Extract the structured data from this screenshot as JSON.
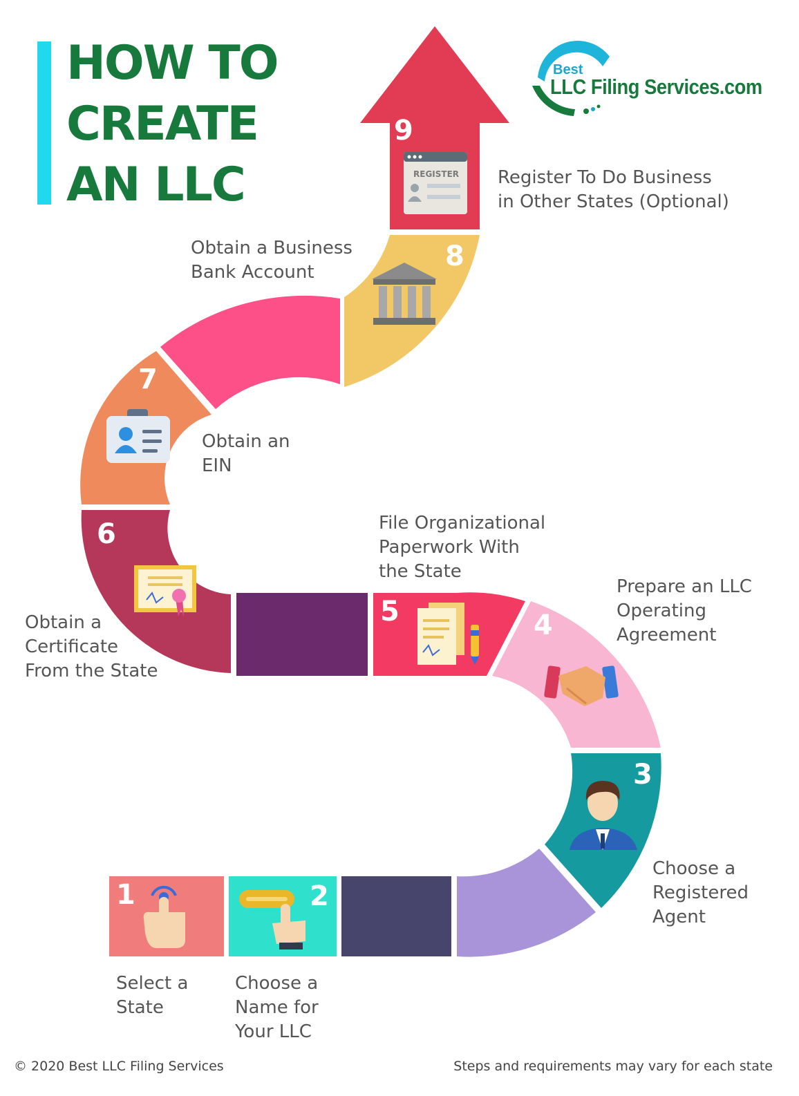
{
  "title": {
    "lines": [
      "HOW TO",
      "CREATE",
      "AN LLC"
    ]
  },
  "logo": {
    "small": "Best",
    "name": "LLC Filing Services.com"
  },
  "colors": {
    "title_green": "#177a3c",
    "accent_cyan": "#22d8ee",
    "step1": "#f07c7c",
    "step2": "#2fe0cc",
    "step3": "#159aa0",
    "step4": "#f8b6d2",
    "step5": "#f23a63",
    "step6": "#b5385a",
    "step7": "#ef8a5c",
    "step8": "#f2c866",
    "step9": "#e23b54"
  },
  "steps": [
    {
      "number": "1",
      "lines": [
        "Select a",
        "State"
      ],
      "icon": "tap-hand-icon"
    },
    {
      "number": "2",
      "lines": [
        "Choose a",
        "Name for",
        "Your LLC"
      ],
      "icon": "name-input-hand-icon"
    },
    {
      "number": "3",
      "lines": [
        "Choose a",
        "Registered",
        "Agent"
      ],
      "icon": "agent-person-icon"
    },
    {
      "number": "4",
      "lines": [
        "Prepare an LLC",
        "Operating",
        "Agreement"
      ],
      "icon": "handshake-icon"
    },
    {
      "number": "5",
      "lines": [
        "File Organizational",
        "Paperwork With",
        "the State"
      ],
      "icon": "documents-pen-icon"
    },
    {
      "number": "6",
      "lines": [
        "Obtain a",
        "Certificate",
        "From the State"
      ],
      "icon": "certificate-icon"
    },
    {
      "number": "7",
      "lines": [
        "Obtain an",
        "EIN"
      ],
      "icon": "id-card-icon"
    },
    {
      "number": "8",
      "lines": [
        "Obtain a Business",
        "Bank Account"
      ],
      "icon": "bank-icon"
    },
    {
      "number": "9",
      "lines": [
        "Register To Do Business",
        "in Other States (Optional)"
      ],
      "icon": "register-form-icon"
    }
  ],
  "register_icon_text": "REGISTER",
  "footer": {
    "left": "© 2020 Best LLC Filing Services",
    "right": "Steps and requirements may vary for each state"
  }
}
